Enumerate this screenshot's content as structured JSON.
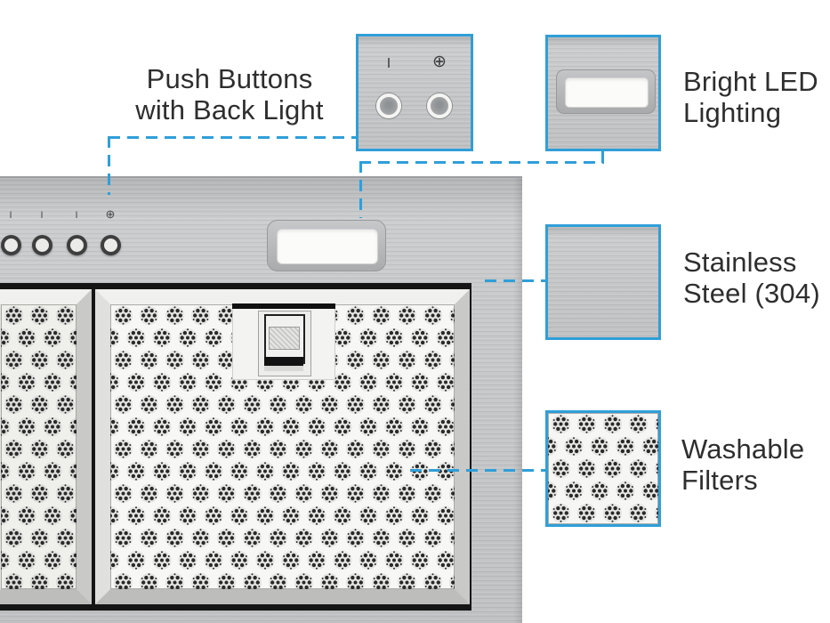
{
  "callouts": {
    "push_buttons": {
      "label_line1": "Push Buttons",
      "label_line2": "with Back Light",
      "left_button_mark": "I",
      "right_button_mark": "⊕"
    },
    "led": {
      "label_line1": "Bright LED",
      "label_line2": "Lighting"
    },
    "steel": {
      "label_line1": "Stainless",
      "label_line2": "Steel (304)"
    },
    "filters": {
      "label_line1": "Washable",
      "label_line2": "Filters"
    }
  },
  "hood": {
    "control_marks": [
      "I",
      "I",
      "I",
      "⊕"
    ]
  },
  "colors": {
    "accent": "#2f9fd8",
    "steel": "#c7c9cb",
    "text": "#2e2e2e"
  }
}
